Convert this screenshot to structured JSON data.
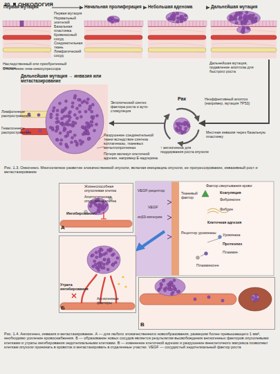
{
  "diagram": {
    "title": "ОНКОЛОГИЯ",
    "nodes": [
      {
        "text": [
          "Первая мутация"
        ]
      },
      {
        "text": [
          "Начальная пролиферация"
        ]
      },
      {
        "text": [
          "Небольшая аденома"
        ]
      },
      {
        "text": [
          "Дальнейшая мутация"
        ]
      },
      {
        "text": [
          "Рак"
        ]
      },
      {
        "text": [
          "Дальнейшая мутация → инвазия или метастазирование"
        ]
      },
      {
        "text": [
          "А"
        ]
      },
      {
        "text": [
          "Б"
        ]
      },
      {
        "text": [
          "В"
        ]
      }
    ],
    "edges": [
      {
        "from": 0,
        "to": 1,
        "arrow": "to"
      },
      {
        "from": 1,
        "to": 2,
        "arrow": "to"
      },
      {
        "from": 2,
        "to": 3,
        "arrow": "to"
      },
      {
        "from": 3,
        "to": 4,
        "arrow": "to"
      },
      {
        "from": 4,
        "to": 5,
        "arrow": "to"
      }
    ],
    "labels": [
      "30",
      "Первая мутация",
      "Нормальный эпителий",
      "Базальная пластинка",
      "Кровеносный сосуд",
      "Соединительная ткань",
      "Лимфатический сосуд",
      "Наследственный или приобретенный онкоген",
      "Отключение гена-онкосупрессора",
      "Дальнейшая мутация, подавление апоптоза для быстрого роста",
      "Лимфогенное распространение",
      "Гематогенное распространение",
      "Разрушение соединительной ткани вследствие синтеза коллагеназы, тканевых металлопротеиназ",
      "Потеря молекул клеточной адгезии, например Е-кадгерина",
      "Эктопический синтез фактора роста и ауто-стимуляция",
      "Неэффективный апоптоз (например, мутация TP53)",
      "Местная инвазия через базальную пластинку",
      "↑ ангиогенеза для поддержания роста опухоли",
      "Рис. 1.3. Онкогенез. Многоэтапное развитие злокачественной опухоли, включая инициацию опухоли, ее прогрессирование, инвазивный рост и метастазирование",
      "Жизнеспособная опухолевая клетка",
      "Апоптотическая опухолевая клетка",
      "Ингибирование",
      "VEGF-рецептор",
      "VEGF",
      "αvβ3-интегрин",
      "Фактор свертывания крови",
      "Тканевый фактор",
      "Коагуляция",
      "Фибриноген",
      "Фибрин",
      "Клеточная адгезия",
      "Рецептор урокиназы",
      "Урокиназа",
      "Протеолиз",
      "Плазмин",
      "Плазминоген",
      "Утрата ингибирования",
      "Ангиогенные факторы",
      "Рис. 1.4. Ангиогенез, инвазия и метастазирование. А — для любого злокачественного новообразования, размером более превышающего 1 мм³, необходимо усиление кровоснабжения. Б — образование новых сосудов является результатом высвобождения ангиогенных факторов опухолевыми клетками и утраты ингибирования эндотелиальными клетками. В — изменение клеточной адгезии и разрушение внеклеточного матрикса позволяют клеткам опухоли проникать в кровоток и метастазировать в отдаленные участки. VEGF — сосудистый эндотелиальный фактор роста"
    ]
  }
}
